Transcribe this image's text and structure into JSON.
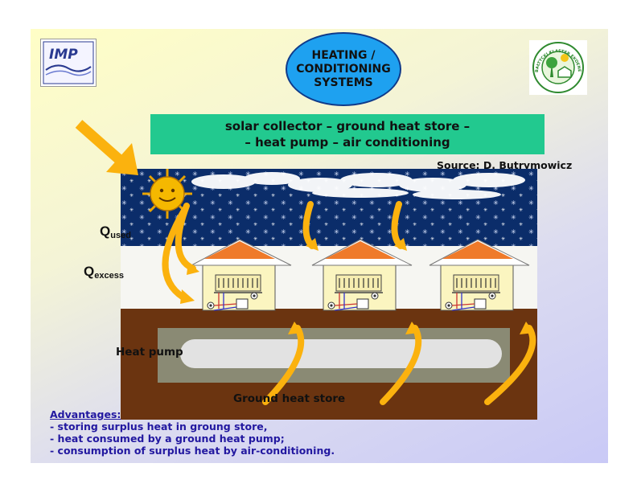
{
  "title": "HEATING /\nCONDITIONING\nSYSTEMS",
  "subtitle": {
    "line1": "solar collector – ground heat store –",
    "line2": "– heat pump – air conditioning"
  },
  "source": "Source: D. Butrymowicz",
  "logos": {
    "left": {
      "text": "IMP",
      "icon": "imp-logo"
    },
    "right": {
      "text": "BAŁTYCKI KLASTER EKOENERGETYCZNY",
      "icon": "cluster-logo"
    }
  },
  "labels": {
    "q_used_main": "Q",
    "q_used_sub": "used",
    "q_excess_main": "Q",
    "q_excess_sub": "excess",
    "heat_pump": "Heat pump",
    "ground_heat_store": "Ground heat store"
  },
  "advantages": {
    "heading": "Advantages:",
    "items": [
      "-  storing surplus heat in groung store,",
      "-  heat consumed by a ground heat pump;",
      "-  consumption of surplus heat by air-conditioning."
    ]
  },
  "colors": {
    "title_fill": "#1ea1f0",
    "subtitle_fill": "#22c98f",
    "arrow": "#fbb20e",
    "sky": "#0b2d6a",
    "ground": "#6b3410",
    "store": "#8a8a74",
    "advantages_text": "#2218a0"
  }
}
